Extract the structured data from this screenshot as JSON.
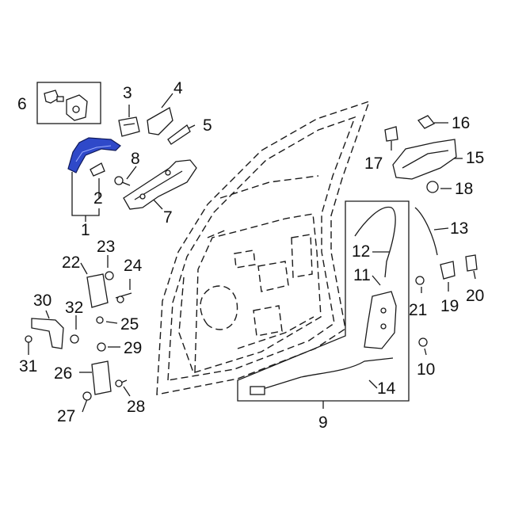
{
  "diagram": {
    "highlight_color": "#2f49c9",
    "line_color": "#1a1a1a",
    "highlighted_part": "1",
    "callouts": {
      "c1": "1",
      "c2": "2",
      "c3": "3",
      "c4": "4",
      "c5": "5",
      "c6": "6",
      "c7": "7",
      "c8": "8",
      "c9": "9",
      "c10": "10",
      "c11": "11",
      "c12": "12",
      "c13": "13",
      "c14": "14",
      "c15": "15",
      "c16": "16",
      "c17": "17",
      "c18": "18",
      "c19": "19",
      "c20": "20",
      "c21": "21",
      "c22": "22",
      "c23": "23",
      "c24": "24",
      "c25": "25",
      "c26": "26",
      "c27": "27",
      "c28": "28",
      "c29": "29",
      "c30": "30",
      "c31": "31",
      "c32": "32"
    }
  }
}
